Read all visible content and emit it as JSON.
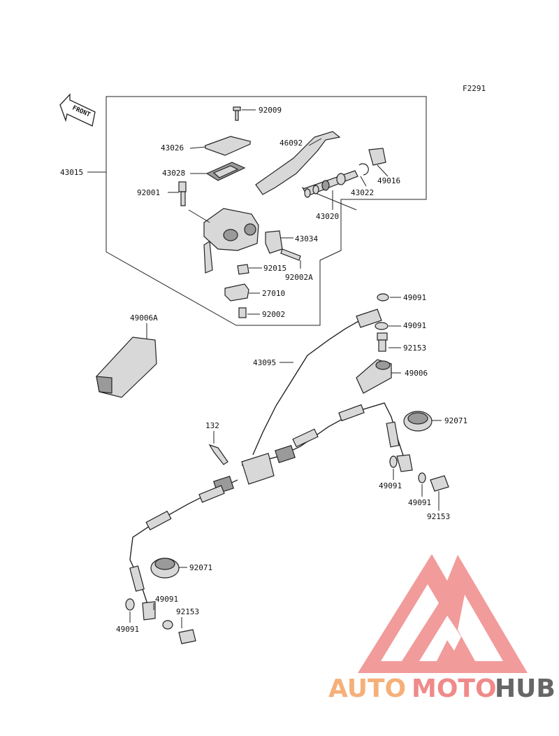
{
  "figure_code": "F2291",
  "front_label": "FRONT",
  "parts": {
    "p92009": "92009",
    "p43026": "43026",
    "p46092": "46092",
    "p43015": "43015",
    "p43028": "43028",
    "p49016": "49016",
    "p92001": "92001",
    "p43022": "43022",
    "p43020": "43020",
    "p43034": "43034",
    "p92015": "92015",
    "p92002A": "92002A",
    "p27010": "27010",
    "p92002": "92002",
    "p49006A": "49006A",
    "p49091_a": "49091",
    "p49091_b": "49091",
    "p92153_a": "92153",
    "p43095": "43095",
    "p49006": "49006",
    "p92071_a": "92071",
    "p132": "132",
    "p49091_c": "49091",
    "p49091_d": "49091",
    "p92153_b": "92153",
    "p92071_b": "92071",
    "p49091_e": "49091",
    "p92153_c": "92153",
    "p49091_f": "49091"
  },
  "watermark": {
    "part1": "AUTO",
    "part2": "MOTO",
    "part3": "HUB",
    "colors": {
      "auto": "#f5b07a",
      "moto": "#f08a8a",
      "hub": "#666666",
      "logo": "#f08a8a"
    }
  }
}
